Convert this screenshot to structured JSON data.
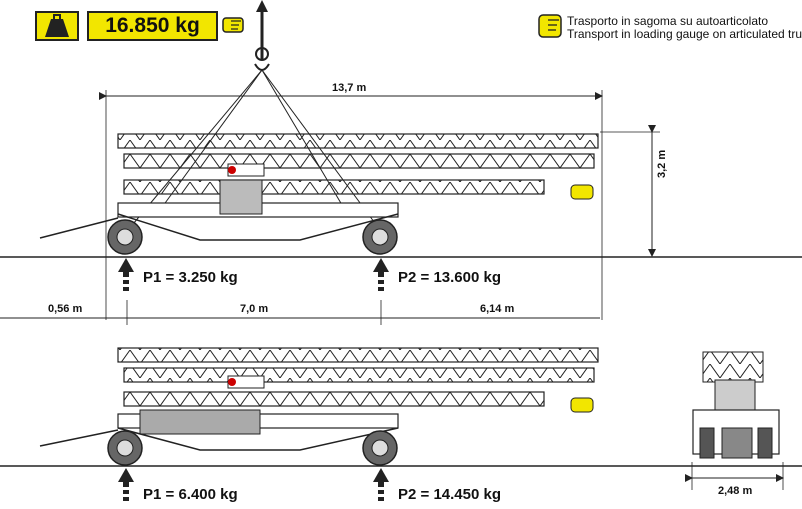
{
  "header": {
    "total_weight": "16.850 kg"
  },
  "note": {
    "line_it": "Trasporto in sagoma su autoarticolato",
    "line_en": "Transport in loading gauge on articulated truck"
  },
  "working_view": {
    "length_total": "13,7 m",
    "height": "3,2 m",
    "front_overhang": "0,56 m",
    "axle_distance": "7,0 m",
    "rear_overhang": "6,14 m",
    "p1": "P1 = 3.250 kg",
    "p2": "P2 = 13.600 kg"
  },
  "transport_view": {
    "p1": "P1 = 6.400 kg",
    "p2": "P2 = 14.450 kg",
    "width": "2,48 m"
  },
  "colors": {
    "accent_yellow": "#f2e600",
    "line": "#222222"
  },
  "icons": [
    "weight-icon",
    "pointing-hand-icon",
    "lifting-hook-icon",
    "up-arrow-icon"
  ]
}
